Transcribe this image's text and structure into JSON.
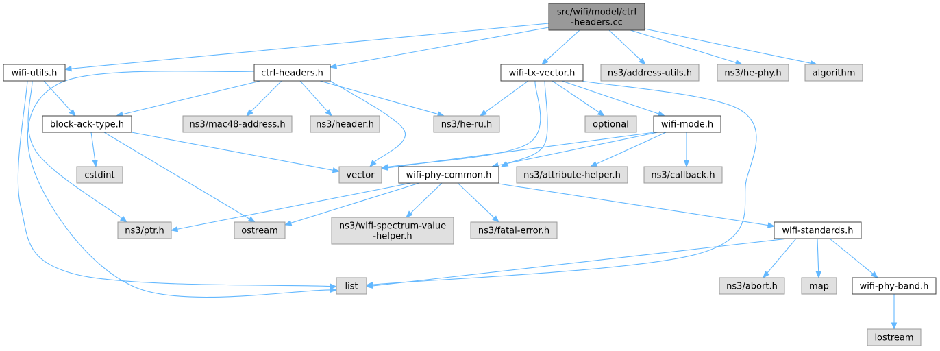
{
  "colors": {
    "root_fill": "#999999",
    "local_fill": "#ffffff",
    "external_fill": "#e0e0e0",
    "external_border": "#999999",
    "border": "#404040",
    "edge": "#63b8ff"
  },
  "nodes": [
    {
      "id": "root",
      "lines": [
        "src/wifi/model/ctrl",
        "-headers.cc"
      ],
      "kind": "root"
    },
    {
      "id": "wifi_utils",
      "lines": [
        "wifi-utils.h"
      ],
      "kind": "local"
    },
    {
      "id": "ctrl_headers",
      "lines": [
        "ctrl-headers.h"
      ],
      "kind": "local"
    },
    {
      "id": "wifi_tx_vector",
      "lines": [
        "wifi-tx-vector.h"
      ],
      "kind": "local"
    },
    {
      "id": "address_utils",
      "lines": [
        "ns3/address-utils.h"
      ],
      "kind": "external"
    },
    {
      "id": "he_phy",
      "lines": [
        "ns3/he-phy.h"
      ],
      "kind": "external"
    },
    {
      "id": "algorithm",
      "lines": [
        "algorithm"
      ],
      "kind": "external"
    },
    {
      "id": "block_ack_type",
      "lines": [
        "block-ack-type.h"
      ],
      "kind": "local"
    },
    {
      "id": "mac48_address",
      "lines": [
        "ns3/mac48-address.h"
      ],
      "kind": "external"
    },
    {
      "id": "header",
      "lines": [
        "ns3/header.h"
      ],
      "kind": "external"
    },
    {
      "id": "he_ru",
      "lines": [
        "ns3/he-ru.h"
      ],
      "kind": "external"
    },
    {
      "id": "optional",
      "lines": [
        "optional"
      ],
      "kind": "external"
    },
    {
      "id": "wifi_mode",
      "lines": [
        "wifi-mode.h"
      ],
      "kind": "local"
    },
    {
      "id": "cstdint",
      "lines": [
        "cstdint"
      ],
      "kind": "external"
    },
    {
      "id": "vector",
      "lines": [
        "vector"
      ],
      "kind": "external"
    },
    {
      "id": "wifi_phy_common",
      "lines": [
        "wifi-phy-common.h"
      ],
      "kind": "local"
    },
    {
      "id": "attribute_helper",
      "lines": [
        "ns3/attribute-helper.h"
      ],
      "kind": "external"
    },
    {
      "id": "callback",
      "lines": [
        "ns3/callback.h"
      ],
      "kind": "external"
    },
    {
      "id": "ptr",
      "lines": [
        "ns3/ptr.h"
      ],
      "kind": "external"
    },
    {
      "id": "ostream",
      "lines": [
        "ostream"
      ],
      "kind": "external"
    },
    {
      "id": "spectrum_value_helper",
      "lines": [
        "ns3/wifi-spectrum-value",
        "-helper.h"
      ],
      "kind": "external"
    },
    {
      "id": "fatal_error",
      "lines": [
        "ns3/fatal-error.h"
      ],
      "kind": "external"
    },
    {
      "id": "wifi_standards",
      "lines": [
        "wifi-standards.h"
      ],
      "kind": "local"
    },
    {
      "id": "list",
      "lines": [
        "list"
      ],
      "kind": "external"
    },
    {
      "id": "abort",
      "lines": [
        "ns3/abort.h"
      ],
      "kind": "external"
    },
    {
      "id": "map",
      "lines": [
        "map"
      ],
      "kind": "external"
    },
    {
      "id": "wifi_phy_band",
      "lines": [
        "wifi-phy-band.h"
      ],
      "kind": "local"
    },
    {
      "id": "iostream",
      "lines": [
        "iostream"
      ],
      "kind": "external"
    }
  ],
  "edges": [
    [
      "root",
      "wifi_utils"
    ],
    [
      "root",
      "ctrl_headers"
    ],
    [
      "root",
      "wifi_tx_vector"
    ],
    [
      "root",
      "address_utils"
    ],
    [
      "root",
      "he_phy"
    ],
    [
      "root",
      "algorithm"
    ],
    [
      "wifi_utils",
      "block_ack_type"
    ],
    [
      "wifi_utils",
      "ptr"
    ],
    [
      "wifi_utils",
      "list"
    ],
    [
      "ctrl_headers",
      "block_ack_type"
    ],
    [
      "ctrl_headers",
      "mac48_address"
    ],
    [
      "ctrl_headers",
      "header"
    ],
    [
      "ctrl_headers",
      "he_ru"
    ],
    [
      "ctrl_headers",
      "vector"
    ],
    [
      "ctrl_headers",
      "list"
    ],
    [
      "block_ack_type",
      "cstdint"
    ],
    [
      "block_ack_type",
      "vector"
    ],
    [
      "block_ack_type",
      "ostream"
    ],
    [
      "wifi_tx_vector",
      "he_ru"
    ],
    [
      "wifi_tx_vector",
      "optional"
    ],
    [
      "wifi_tx_vector",
      "wifi_mode"
    ],
    [
      "wifi_tx_vector",
      "vector"
    ],
    [
      "wifi_tx_vector",
      "wifi_phy_common"
    ],
    [
      "wifi_tx_vector",
      "list"
    ],
    [
      "wifi_mode",
      "vector"
    ],
    [
      "wifi_mode",
      "wifi_phy_common"
    ],
    [
      "wifi_mode",
      "attribute_helper"
    ],
    [
      "wifi_mode",
      "callback"
    ],
    [
      "wifi_phy_common",
      "ptr"
    ],
    [
      "wifi_phy_common",
      "ostream"
    ],
    [
      "wifi_phy_common",
      "spectrum_value_helper"
    ],
    [
      "wifi_phy_common",
      "fatal_error"
    ],
    [
      "wifi_phy_common",
      "wifi_standards"
    ],
    [
      "wifi_standards",
      "list"
    ],
    [
      "wifi_standards",
      "abort"
    ],
    [
      "wifi_standards",
      "map"
    ],
    [
      "wifi_standards",
      "wifi_phy_band"
    ],
    [
      "wifi_phy_band",
      "iostream"
    ]
  ]
}
